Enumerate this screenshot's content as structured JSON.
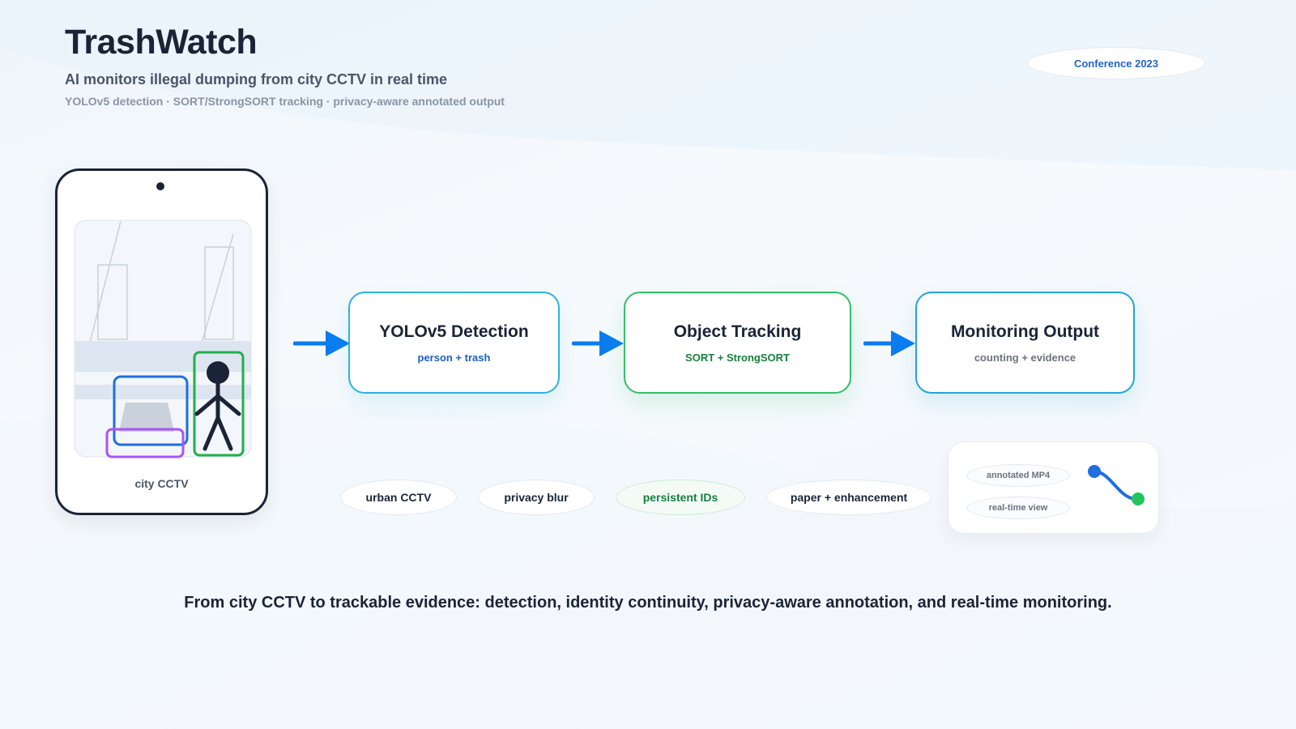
{
  "header": {
    "title": "TrashWatch",
    "subtitle": "AI monitors illegal dumping from city CCTV in real time",
    "tagline": "YOLOv5 detection · SORT/StrongSORT tracking · privacy-aware annotated output",
    "badge": "Conference 2023"
  },
  "input": {
    "caption": "city CCTV"
  },
  "pipeline": {
    "stages": [
      {
        "title": "YOLOv5 Detection",
        "subtitle": "person + trash"
      },
      {
        "title": "Object Tracking",
        "subtitle": "SORT + StrongSORT"
      },
      {
        "title": "Monitoring Output",
        "subtitle": "counting + evidence"
      }
    ]
  },
  "features": {
    "pills": [
      "urban CCTV",
      "privacy blur",
      "persistent IDs",
      "paper + enhancement"
    ]
  },
  "output_card": {
    "items": [
      "annotated MP4",
      "real-time view"
    ]
  },
  "footer": {
    "text": "From city CCTV to trackable evidence: detection, identity continuity, privacy-aware annotation, and real-time monitoring."
  },
  "colors": {
    "arrow": "#0a7cf0",
    "detect_border": "#2bb3d9",
    "track_border": "#2fbf6a",
    "output_border": "#1fa6d6",
    "trash_box": "#1e6fe0",
    "trash_box_secondary": "#a855f7",
    "person_box": "#22b04b"
  },
  "icons": {
    "arrows": "right-arrow-icon",
    "person": "person-icon",
    "trajectory": "trajectory-icon"
  }
}
